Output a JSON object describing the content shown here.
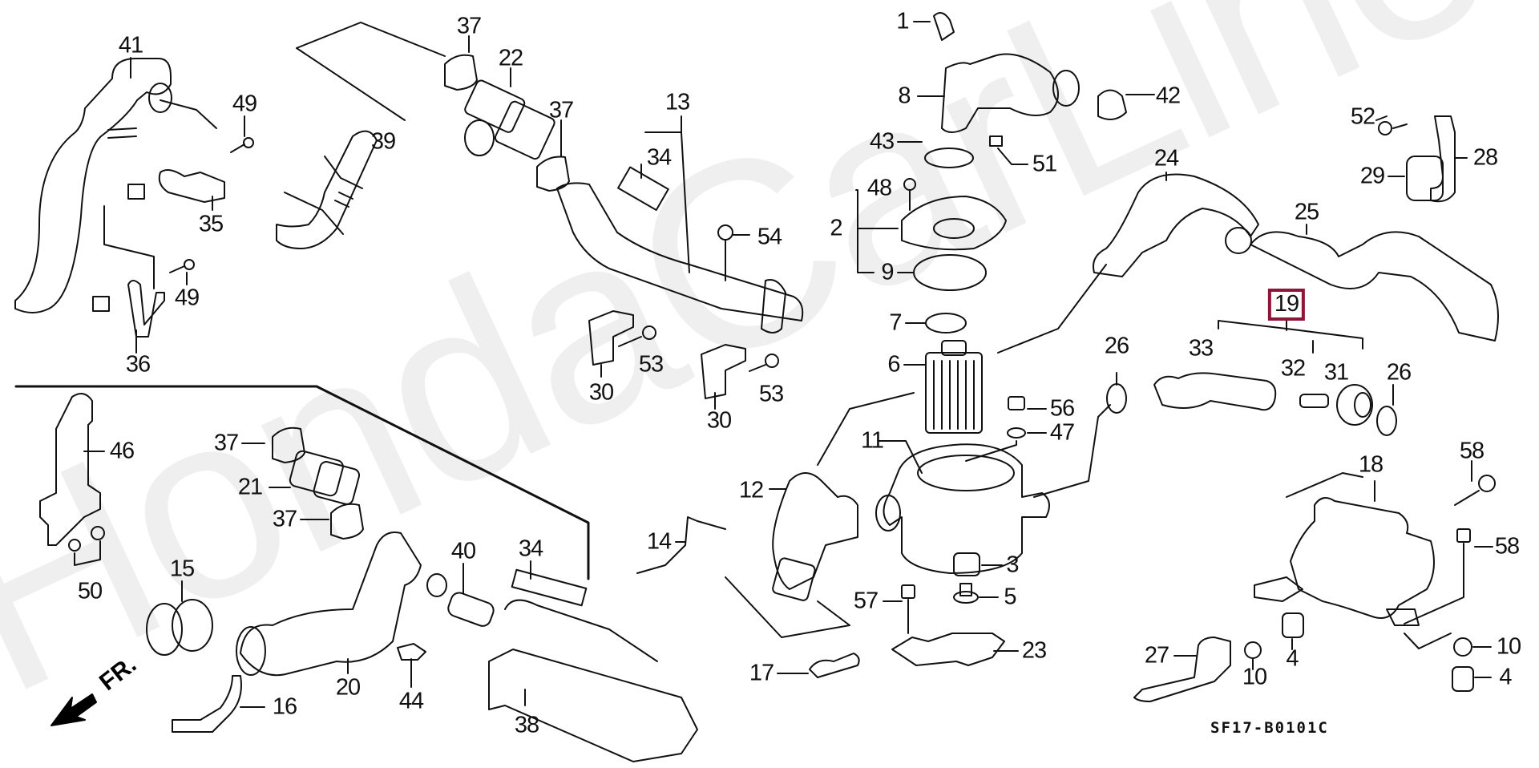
{
  "diagram": {
    "title": "Honda air intake / resonator exploded parts diagram",
    "watermark": "HondaCarLine.ru",
    "diagram_code": "SF17-B0101C",
    "direction_label": "FR.",
    "highlighted_part": "19",
    "highlight_color": "#8c1538",
    "callouts": [
      {
        "id": "c41",
        "label": "41"
      },
      {
        "id": "c49a",
        "label": "49"
      },
      {
        "id": "c35",
        "label": "35"
      },
      {
        "id": "c49b",
        "label": "49"
      },
      {
        "id": "c36",
        "label": "36"
      },
      {
        "id": "c37a",
        "label": "37"
      },
      {
        "id": "c22",
        "label": "22"
      },
      {
        "id": "c37b",
        "label": "37"
      },
      {
        "id": "c39",
        "label": "39"
      },
      {
        "id": "c13",
        "label": "13"
      },
      {
        "id": "c34a",
        "label": "34"
      },
      {
        "id": "c54",
        "label": "54"
      },
      {
        "id": "c30a",
        "label": "30"
      },
      {
        "id": "c53a",
        "label": "53"
      },
      {
        "id": "c30b",
        "label": "30"
      },
      {
        "id": "c53b",
        "label": "53"
      },
      {
        "id": "c1",
        "label": "1"
      },
      {
        "id": "c8",
        "label": "8"
      },
      {
        "id": "c42",
        "label": "42"
      },
      {
        "id": "c43",
        "label": "43"
      },
      {
        "id": "c51",
        "label": "51"
      },
      {
        "id": "c48",
        "label": "48"
      },
      {
        "id": "c2",
        "label": "2"
      },
      {
        "id": "c9",
        "label": "9"
      },
      {
        "id": "c7",
        "label": "7"
      },
      {
        "id": "c6",
        "label": "6"
      },
      {
        "id": "c24",
        "label": "24"
      },
      {
        "id": "c52",
        "label": "52"
      },
      {
        "id": "c28",
        "label": "28"
      },
      {
        "id": "c29",
        "label": "29"
      },
      {
        "id": "c25",
        "label": "25"
      },
      {
        "id": "c19",
        "label": "19"
      },
      {
        "id": "c26a",
        "label": "26"
      },
      {
        "id": "c33",
        "label": "33"
      },
      {
        "id": "c32",
        "label": "32"
      },
      {
        "id": "c31",
        "label": "31"
      },
      {
        "id": "c26b",
        "label": "26"
      },
      {
        "id": "c56",
        "label": "56"
      },
      {
        "id": "c47",
        "label": "47"
      },
      {
        "id": "c11",
        "label": "11"
      },
      {
        "id": "c12",
        "label": "12"
      },
      {
        "id": "c14",
        "label": "14"
      },
      {
        "id": "c17",
        "label": "17"
      },
      {
        "id": "c3",
        "label": "3"
      },
      {
        "id": "c5",
        "label": "5"
      },
      {
        "id": "c57",
        "label": "57"
      },
      {
        "id": "c23",
        "label": "23"
      },
      {
        "id": "c18",
        "label": "18"
      },
      {
        "id": "c58a",
        "label": "58"
      },
      {
        "id": "c58b",
        "label": "58"
      },
      {
        "id": "c27",
        "label": "27"
      },
      {
        "id": "c10a",
        "label": "10"
      },
      {
        "id": "c4a",
        "label": "4"
      },
      {
        "id": "c10b",
        "label": "10"
      },
      {
        "id": "c4b",
        "label": "4"
      },
      {
        "id": "c46",
        "label": "46"
      },
      {
        "id": "c50",
        "label": "50"
      },
      {
        "id": "c37c",
        "label": "37"
      },
      {
        "id": "c21",
        "label": "21"
      },
      {
        "id": "c37d",
        "label": "37"
      },
      {
        "id": "c15",
        "label": "15"
      },
      {
        "id": "c20",
        "label": "20"
      },
      {
        "id": "c16",
        "label": "16"
      },
      {
        "id": "c40",
        "label": "40"
      },
      {
        "id": "c34b",
        "label": "34"
      },
      {
        "id": "c44",
        "label": "44"
      },
      {
        "id": "c38",
        "label": "38"
      }
    ]
  }
}
